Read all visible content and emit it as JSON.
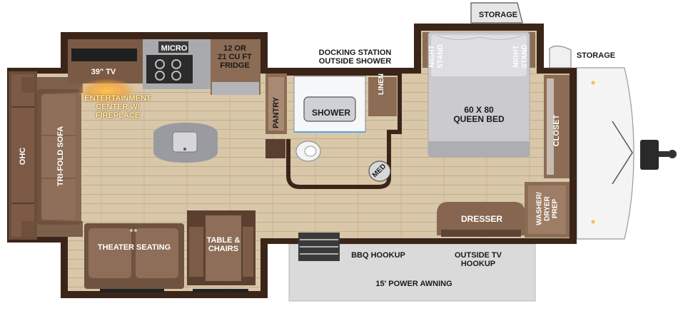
{
  "floorplan": {
    "labels": {
      "storage_top": "STORAGE",
      "storage_front": "STORAGE",
      "micro": "MICRO",
      "fridge": "12 OR\n21 CU FT\nFRIDGE",
      "tv": "39\" TV",
      "docking": "DOCKING STATION\nOUTSIDE SHOWER",
      "night_stand_left": "NIGHT\nSTAND",
      "night_stand_right": "NIGHT\nSTAND",
      "entertainment": "ENTERTAINMENT\nCENTER W/\nFIREPLACE",
      "pantry": "PANTRY",
      "shower": "SHOWER",
      "linen": "LINEN",
      "queen_bed": "60 X 80\nQUEEN BED",
      "closet": "CLOSET",
      "ohc": "OHC",
      "sofa": "TRI-FOLD SOFA",
      "med": "MED",
      "dresser": "DRESSER",
      "washer": "WASHER/\nDRYER\nPREP",
      "theater": "THEATER SEATING",
      "table": "TABLE &\nCHAIRS",
      "bbq": "BBQ HOOKUP",
      "outside_tv": "OUTSIDE TV\nHOOKUP",
      "awning": "15' POWER AWNING"
    },
    "colors": {
      "wall": "#3a2418",
      "floor": "#d6c4a6",
      "plank_line": "#c4b08e",
      "wood": "#7a5a44",
      "wood_light": "#9c7b61",
      "bed": "#cfcfd3",
      "awning": "#d9d9d9",
      "counter": "#b7b8bc"
    }
  }
}
